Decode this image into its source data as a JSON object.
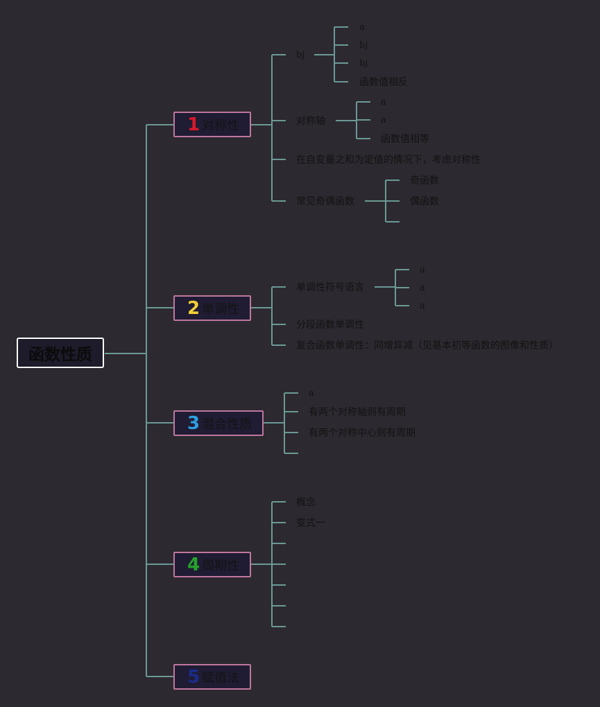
{
  "root": {
    "label": "函数性质"
  },
  "branches": [
    {
      "num": "1",
      "num_color": "#d7192b",
      "label": "对称性",
      "children": [
        {
          "label": "bj",
          "children": [
            "a",
            "bj",
            "bj",
            "函数值相反"
          ]
        },
        {
          "label": "对称轴",
          "children": [
            "a",
            "a",
            "函数值相等"
          ]
        },
        {
          "label": "在自变量之和为定值的情况下，考虑对称性"
        },
        {
          "label": "常见奇偶函数",
          "children": [
            "奇函数",
            "偶函数",
            ""
          ]
        }
      ]
    },
    {
      "num": "2",
      "num_color": "#f2cf37",
      "label": "单调性",
      "children": [
        {
          "label": "单调性符号语言",
          "children": [
            "a",
            "a",
            "a"
          ]
        },
        {
          "label": "分段函数单调性"
        },
        {
          "label": "复合函数单调性：同增异减（见基本初等函数的图像和性质）"
        }
      ]
    },
    {
      "num": "3",
      "num_color": "#2e9ee0",
      "label": "混合性质",
      "children": [
        "a",
        "有两个对称轴则有周期",
        "有两个对称中心则有周期",
        ""
      ]
    },
    {
      "num": "4",
      "num_color": "#25a22a",
      "label": "周期性",
      "children": [
        "概念",
        "变式一",
        "",
        "",
        "",
        "",
        ""
      ]
    },
    {
      "num": "5",
      "num_color": "#1b2b8a",
      "label": "赋值法"
    }
  ],
  "colors": {
    "line": "#6a9a96",
    "branch_border": "#c0779e",
    "root_border": "#ffffff"
  }
}
